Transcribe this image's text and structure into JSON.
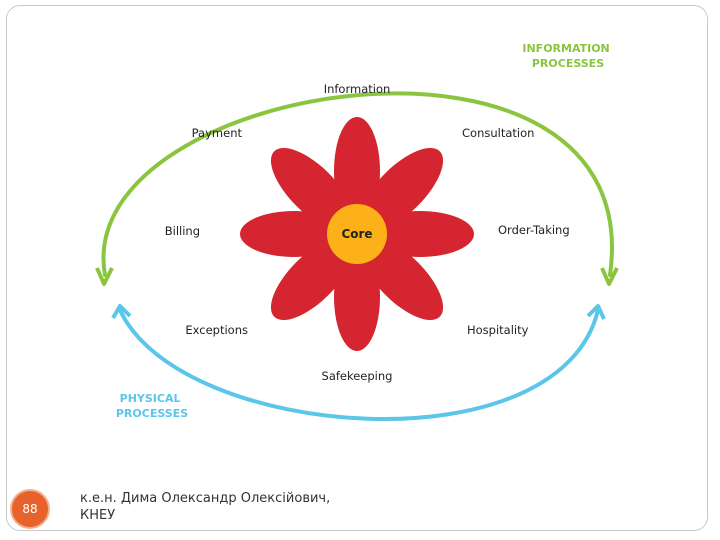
{
  "diagram": {
    "core": "Core",
    "petals": [
      {
        "label": "Information"
      },
      {
        "label": "Consultation"
      },
      {
        "label": "Order-Taking"
      },
      {
        "label": "Hospitality"
      },
      {
        "label": "Safekeeping"
      },
      {
        "label": "Exceptions"
      },
      {
        "label": "Billing"
      },
      {
        "label": "Payment"
      }
    ],
    "information_processes": {
      "line1": "INFORMATION",
      "line2": "PROCESSES"
    },
    "physical_processes": {
      "line1": "PHYSICAL",
      "line2": "PROCESSES"
    }
  },
  "colors": {
    "petal": "#d42530",
    "core": "#fbb117",
    "information_arrow": "#8bc53f",
    "physical_arrow": "#5bc5ea",
    "badge": "#e8632b"
  },
  "footer": {
    "page_number": "88",
    "author_line1": "к.е.н. Дима Олександр Олексійович,",
    "author_line2": "КНЕУ"
  }
}
